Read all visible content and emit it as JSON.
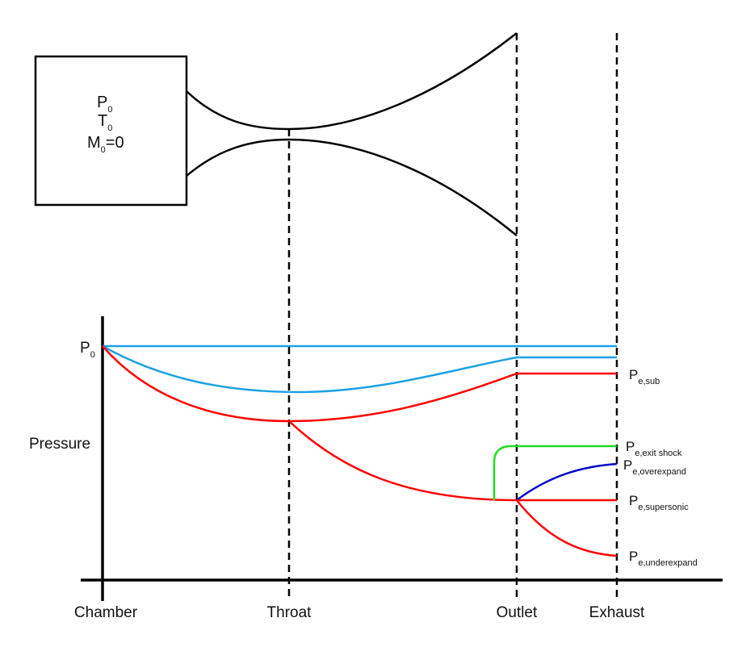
{
  "chamber": {
    "pressure": {
      "base": "P",
      "sub": "0"
    },
    "temperature": {
      "base": "T",
      "sub": "0"
    },
    "mach": {
      "base": "M",
      "sub": "0",
      "suffix": "=0"
    }
  },
  "axis": {
    "ylabel": "Pressure",
    "p0": {
      "base": "P",
      "sub": "0"
    },
    "stations": [
      "Chamber",
      "Throat",
      "Outlet",
      "Exhaust"
    ]
  },
  "curve_labels": {
    "sub": {
      "base": "P",
      "sub": "e,sub"
    },
    "exit_shock": {
      "base": "P",
      "sub": "e,exit shock"
    },
    "overexpand": {
      "base": "P",
      "sub": "e,overexpand"
    },
    "supersonic": {
      "base": "P",
      "sub": "e,supersonic"
    },
    "underexpand": {
      "base": "P",
      "sub": "e,underexpand"
    }
  },
  "colors": {
    "subsonic_light": "#1ba1e2",
    "choked": "#ff0000",
    "exit_shock": "#22dd22",
    "overexpand": "#0000cc",
    "outline": "#000000"
  }
}
